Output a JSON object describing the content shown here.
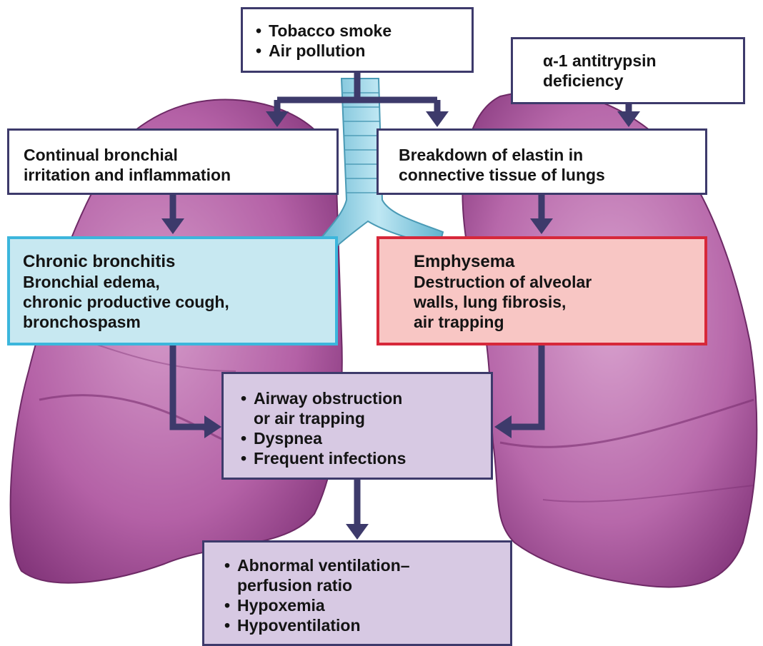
{
  "boxes": {
    "causes": {
      "items": [
        "Tobacco smoke",
        "Air pollution"
      ]
    },
    "antitrypsin": {
      "lines": [
        "α-1 antitrypsin",
        "deficiency"
      ]
    },
    "irritation": {
      "lines": [
        "Continual bronchial",
        "irritation and inflammation"
      ]
    },
    "elastin": {
      "lines": [
        "Breakdown of elastin in",
        "connective tissue of lungs"
      ]
    },
    "bronchitis": {
      "heading": "Chronic bronchitis",
      "lines": [
        "Bronchial edema,",
        "chronic productive cough,",
        "bronchospasm"
      ]
    },
    "emphysema": {
      "heading": "Emphysema",
      "lines": [
        "Destruction of alveolar",
        "walls, lung fibrosis,",
        "air trapping"
      ]
    },
    "obstruction": {
      "items": [
        "Airway obstruction",
        "or air trapping",
        "Dyspnea",
        "Frequent infections"
      ]
    },
    "ventilation": {
      "items": [
        "Abnormal ventilation–",
        "perfusion ratio",
        "Hypoxemia",
        "Hypoventilation"
      ]
    }
  },
  "colors": {
    "arrow": "#3d3a6b",
    "lung": "#b05aa3",
    "trachea": "#7cc8e0",
    "bronchitis_fill": "#c7e8f1",
    "bronchitis_border": "#3cb6dc",
    "emphysema_fill": "#f8c6c4",
    "emphysema_border": "#d7283a",
    "outcome_fill": "#d7c9e3"
  }
}
